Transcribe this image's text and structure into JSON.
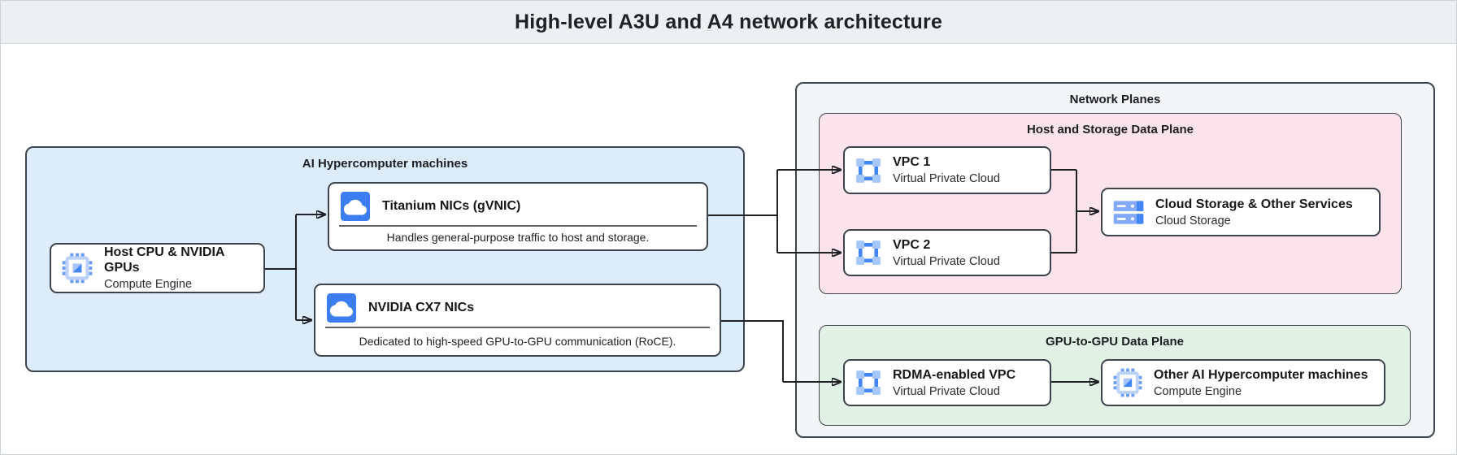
{
  "header": {
    "title": "High-level A3U and A4 network architecture"
  },
  "groups": {
    "hypercomputer": {
      "label": "AI Hypercomputer machines"
    },
    "network_planes": {
      "label": "Network Planes"
    },
    "host_storage_plane": {
      "label": "Host and Storage Data Plane"
    },
    "gpu_plane": {
      "label": "GPU-to-GPU Data Plane"
    }
  },
  "nodes": {
    "host_cpu": {
      "title": "Host CPU & NVIDIA GPUs",
      "subtitle": "Compute Engine",
      "icon": "compute-engine-icon"
    },
    "titanium": {
      "title": "Titanium NICs (gVNIC)",
      "description": "Handles general-purpose traffic to host and storage.",
      "icon": "cloud-icon"
    },
    "cx7": {
      "title": "NVIDIA CX7 NICs",
      "description": "Dedicated to high-speed GPU-to-GPU communication (RoCE).",
      "icon": "cloud-icon"
    },
    "vpc1": {
      "title": "VPC 1",
      "subtitle": "Virtual Private Cloud",
      "icon": "vpc-icon"
    },
    "vpc2": {
      "title": "VPC 2",
      "subtitle": "Virtual Private Cloud",
      "icon": "vpc-icon"
    },
    "cloud_storage": {
      "title": "Cloud Storage & Other Services",
      "subtitle": "Cloud Storage",
      "icon": "cloud-storage-icon"
    },
    "rdma_vpc": {
      "title": "RDMA-enabled VPC",
      "subtitle": "Virtual Private Cloud",
      "icon": "vpc-icon"
    },
    "other_machines": {
      "title": "Other AI Hypercomputer machines",
      "subtitle": "Compute Engine",
      "icon": "compute-engine-icon"
    }
  },
  "colors": {
    "accent_blue": "#4285f4",
    "light_blue_fill": "#dcecfb",
    "pink_fill": "#fbe3ec",
    "green_fill": "#e2f1e5",
    "gray_fill": "#f4f5f6",
    "header_fill": "#edf0f2",
    "line": "#1f2125"
  }
}
